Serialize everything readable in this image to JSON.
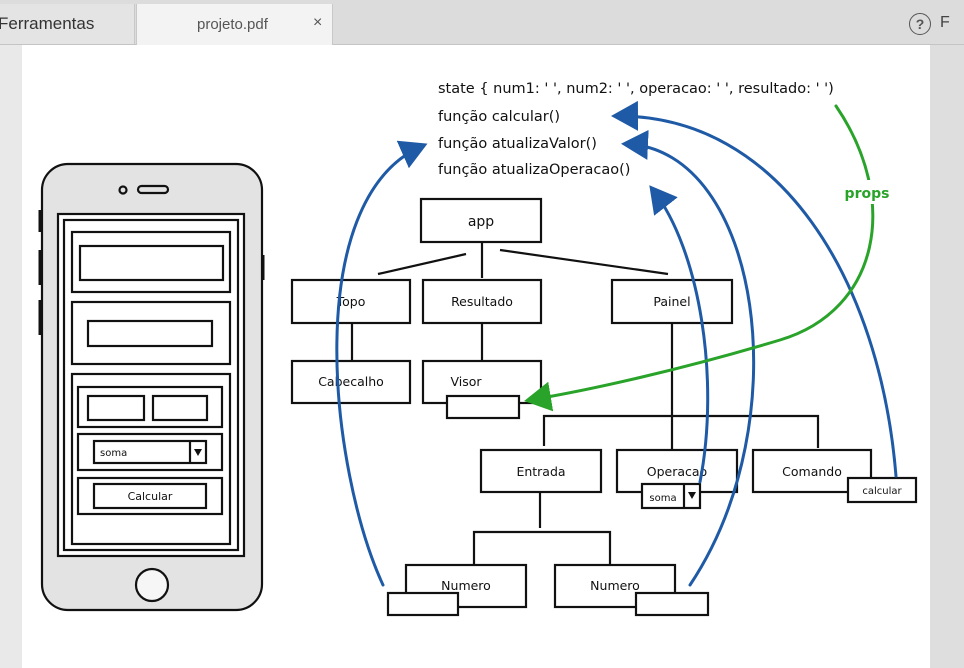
{
  "tabs": {
    "tools_label": "Ferramentas",
    "file_label": "projeto.pdf",
    "close_glyph": "×",
    "help_glyph": "?",
    "next_tab_label": "F"
  },
  "state_code": [
    "state { num1: ' ', num2: ' ', operacao: ' ', resultado: ' ')",
    "função calcular()",
    "função atualizaValor()",
    "função atualizaOperacao()"
  ],
  "tree": {
    "app": "app",
    "topo": "Topo",
    "resultado": "Resultado",
    "painel": "Painel",
    "cabecalho": "Cabecalho",
    "visor": "Visor",
    "entrada": "Entrada",
    "operacao": "Operacao",
    "comando": "Comando",
    "numero1": "Numero",
    "numero2": "Numero",
    "select_value": "soma",
    "button_label": "calcular"
  },
  "props_label": "props",
  "phone": {
    "select_value": "soma",
    "button_label": "Calcular"
  },
  "colors": {
    "arrow_blue": "#1f5aa6",
    "arrow_green": "#29a329",
    "sketch": "#111111"
  }
}
